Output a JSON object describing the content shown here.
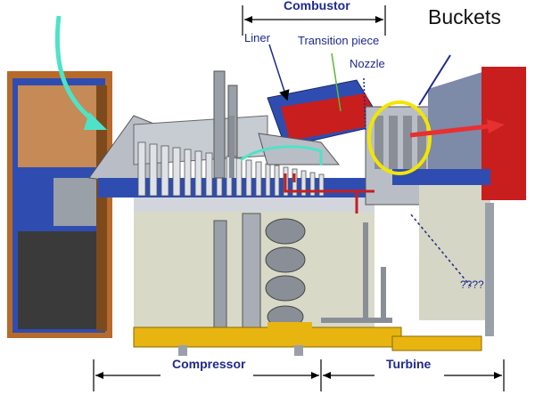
{
  "labels": {
    "combustor": "Combustor",
    "buckets": "Buckets",
    "liner": "Liner",
    "transition_piece": "Transition piece",
    "nozzle": "Nozzle",
    "unknown": "????",
    "compressor": "Compressor",
    "turbine": "Turbine"
  },
  "colors": {
    "casing_blue": "#2f4db0",
    "rotor_red": "#c81e1e",
    "frame_yellow": "#e8b410",
    "annotation_navy": "#1f2a8c",
    "inlet_arrow_cyan": "#4ee3c8",
    "highlight_yellow": "#f2e600"
  }
}
